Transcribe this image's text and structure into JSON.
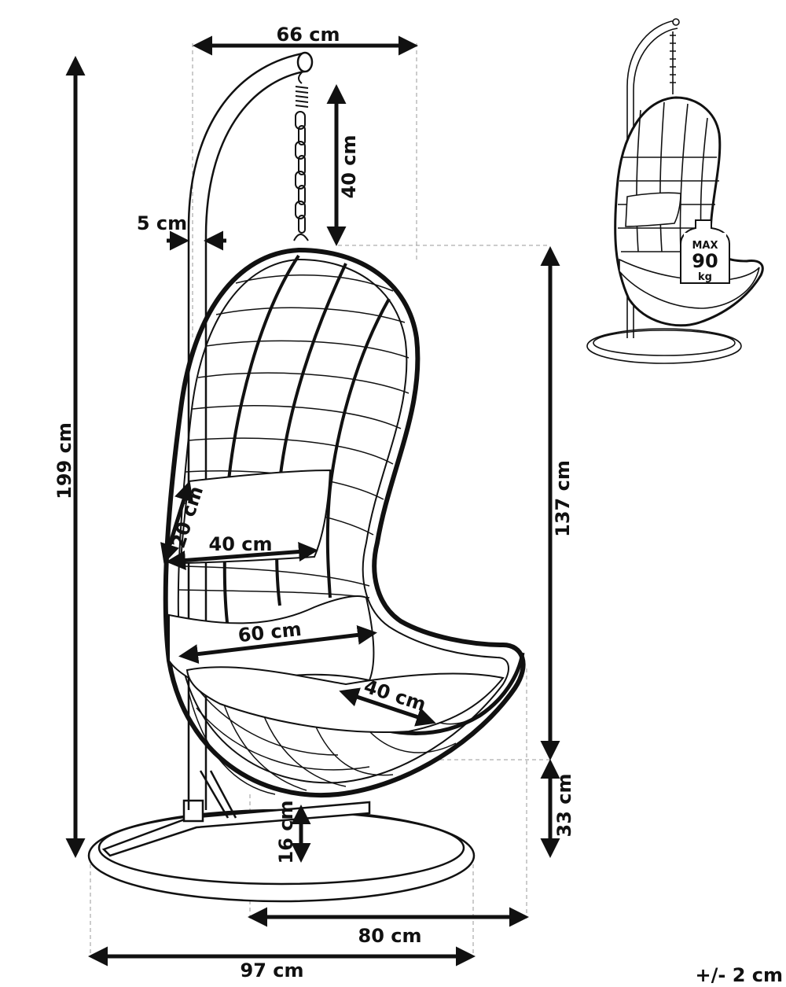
{
  "diagram": {
    "colors": {
      "line": "#111111",
      "guide": "#9a9a9a",
      "fill": "#ffffff"
    },
    "dimensions": {
      "top_width": "66 cm",
      "chain_length": "40 cm",
      "pole_thickness": "5 cm",
      "total_height": "199 cm",
      "basket_height": "137 cm",
      "ground_clearance": "33 cm",
      "pillow_height": "20 cm",
      "pillow_width": "40 cm",
      "seat_width": "60 cm",
      "seat_depth": "40 cm",
      "base_height": "16 cm",
      "base_depth": "80 cm",
      "base_width": "97 cm"
    },
    "max_load": {
      "top": "MAX",
      "value": "90",
      "unit": "kg"
    },
    "tolerance": "+/- 2 cm"
  }
}
